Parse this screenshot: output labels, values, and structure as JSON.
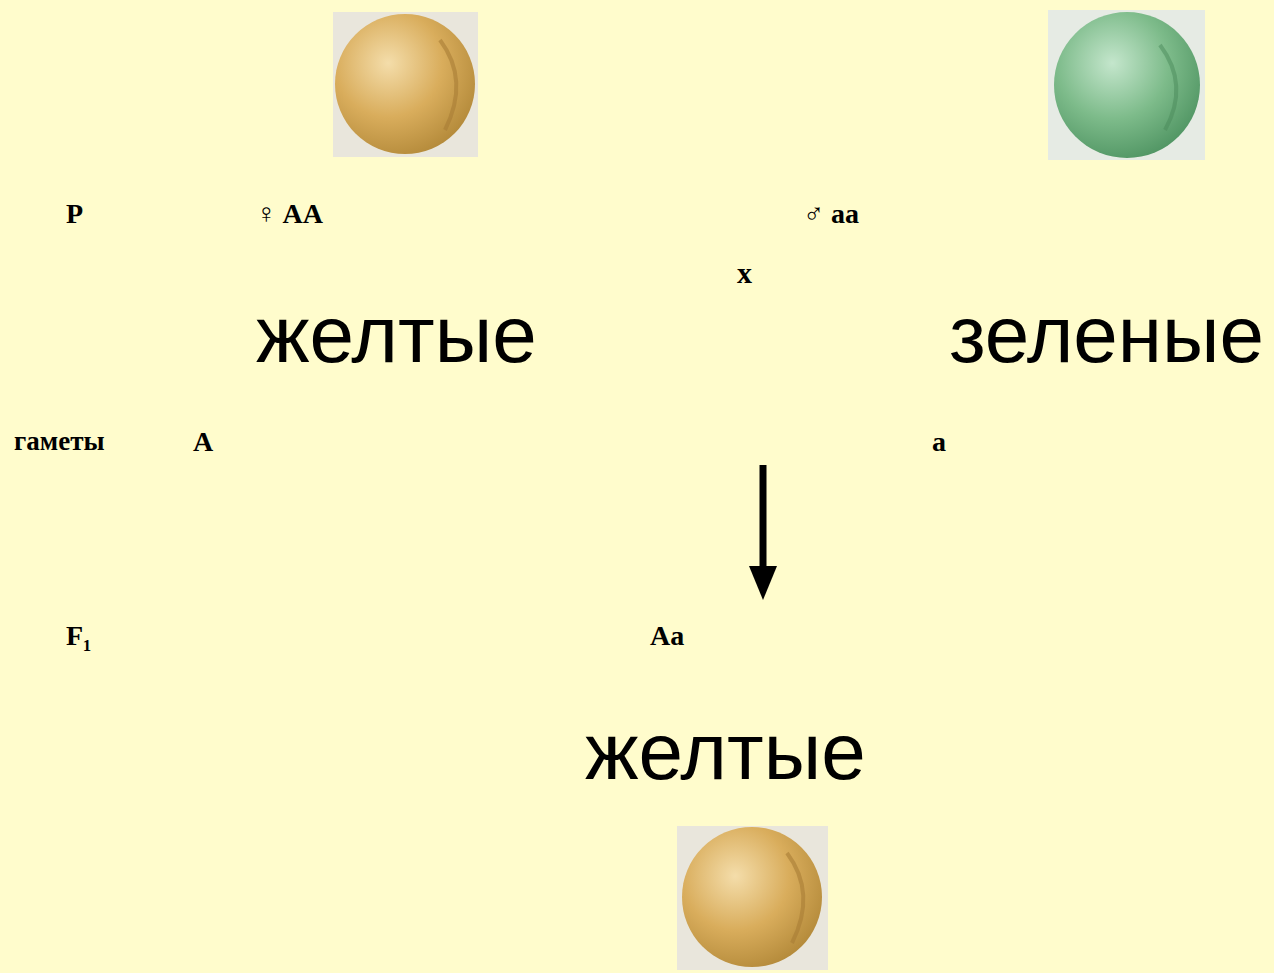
{
  "diagram": {
    "labels": [
      "P",
      "♀ AA",
      "x",
      "♂ aa",
      "желтые",
      "зеленые",
      "гаметы",
      "A",
      "a",
      "F₁",
      "Aa",
      "желтые"
    ]
  }
}
